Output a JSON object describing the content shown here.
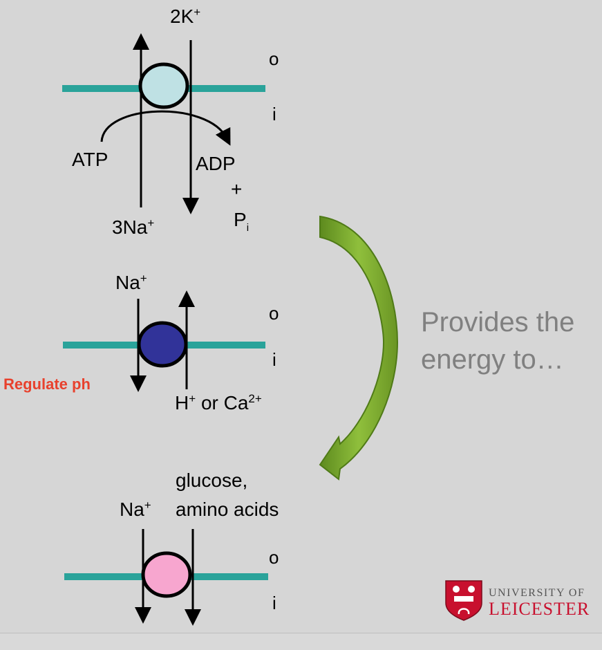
{
  "pump1": {
    "top_label_main": "2K",
    "top_label_sup": "+",
    "side_out": "o",
    "side_in": "i",
    "atp": "ATP",
    "adp": "ADP",
    "plus": "+",
    "p_main": "P",
    "p_sub": "i",
    "bottom_label_main": "3Na",
    "bottom_label_sup": "+"
  },
  "pump2": {
    "top_label_main": "Na",
    "top_label_sup": "+",
    "side_out": "o",
    "side_in": "i",
    "note": "Regulate ph",
    "bottom_h_main": "H",
    "bottom_h_sup": "+",
    "bottom_or": " or Ca",
    "bottom_ca_sup": "2+"
  },
  "pump3": {
    "na_main": "Na",
    "na_sup": "+",
    "cargo_line1": "glucose,",
    "cargo_line2": "amino acids",
    "side_out": "o",
    "side_in": "i"
  },
  "caption": {
    "line1": "Provides the",
    "line2": "energy to…"
  },
  "logo": {
    "line1": "UNIVERSITY OF",
    "line2": "LEICESTER"
  },
  "colors": {
    "membrane": "#2aa39a",
    "pump1_fill": "#bfe1e4",
    "pump2_fill": "#313399",
    "pump3_fill": "#f7a6cf",
    "arrow_green": "#7aa52b",
    "note_red": "#e8412d",
    "caption_gray": "#808080",
    "logo_red": "#c8102e"
  }
}
